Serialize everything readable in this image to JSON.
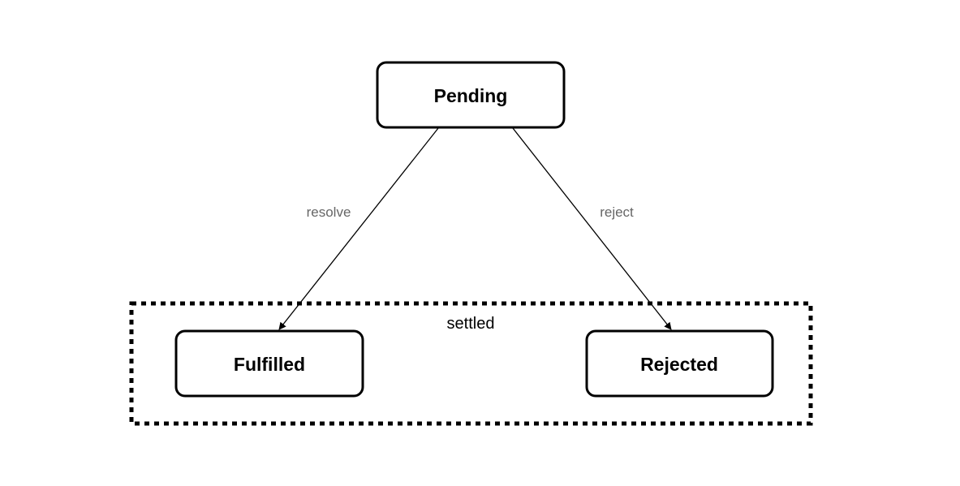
{
  "diagram": {
    "nodes": {
      "pending": "Pending",
      "fulfilled": "Fulfilled",
      "rejected": "Rejected"
    },
    "edges": {
      "resolve": "resolve",
      "reject": "reject"
    },
    "group": {
      "label": "settled"
    }
  },
  "colors": {
    "stroke": "#000000",
    "edge_label": "#666666",
    "background": "#ffffff"
  }
}
